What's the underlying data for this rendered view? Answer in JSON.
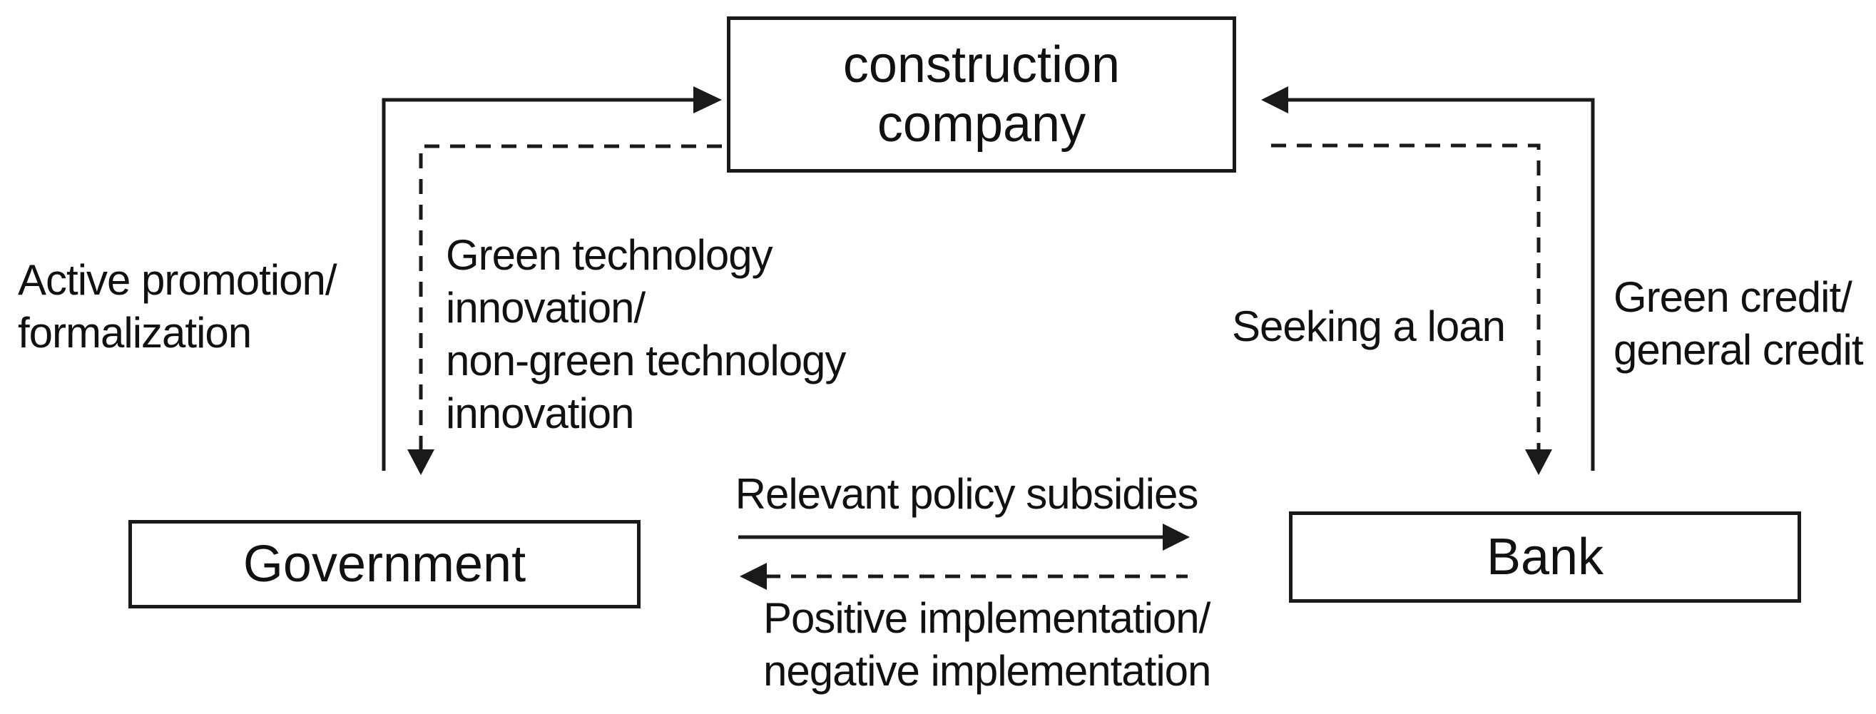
{
  "colors": {
    "line": "#1a1a1a",
    "text": "#111111",
    "bg": "#ffffff"
  },
  "nodes": {
    "construction_company": {
      "label": "construction company"
    },
    "government": {
      "label": "Government"
    },
    "bank": {
      "label": "Bank"
    }
  },
  "edges": {
    "active_promotion": {
      "label": "Active promotion/\nformalization",
      "style": "solid",
      "from": "Government",
      "to": "construction company"
    },
    "green_innovation": {
      "label": "Green technology\ninnovation/\nnon-green technology\ninnovation",
      "style": "dashed",
      "from": "construction company",
      "to": "Government"
    },
    "green_credit": {
      "label": "Green credit/\ngeneral credit",
      "style": "solid",
      "from": "Bank",
      "to": "construction company"
    },
    "seeking_loan": {
      "label": "Seeking a loan",
      "style": "dashed",
      "from": "construction company",
      "to": "Bank"
    },
    "policy_subsidies": {
      "label": "Relevant policy subsidies",
      "style": "solid",
      "from": "Government",
      "to": "Bank"
    },
    "implementation": {
      "label": "Positive implementation/\nnegative implementation",
      "style": "dashed",
      "from": "Bank",
      "to": "Government"
    }
  }
}
